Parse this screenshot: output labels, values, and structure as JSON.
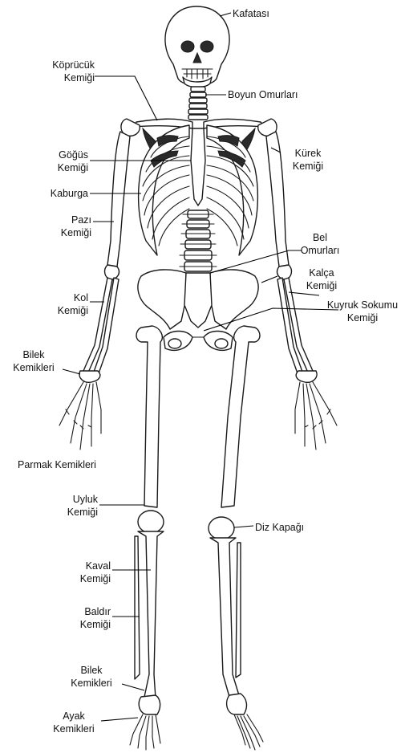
{
  "labels": {
    "kafatasi": "Kafatası",
    "kopruculuk_1": "Köprücük",
    "kopruculuk_2": "Kemiği",
    "boyun_omurlari": "Boyun Omurları",
    "gogus_1": "Göğüs",
    "gogus_2": "Kemiği",
    "kurek_1": "Kürek",
    "kurek_2": "Kemiği",
    "kaburga": "Kaburga",
    "pazi_1": "Pazı",
    "pazi_2": "Kemiği",
    "bel_1": "Bel",
    "bel_2": "Omurları",
    "kalca_1": "Kalça",
    "kalca_2": "Kemiği",
    "kol_1": "Kol",
    "kol_2": "Kemiği",
    "kuyruk_1": "Kuyruk Sokumu",
    "kuyruk_2": "Kemiği",
    "bilek_el_1": "Bilek",
    "bilek_el_2": "Kemikleri",
    "parmak": "Parmak Kemikleri",
    "uyluk_1": "Uyluk",
    "uyluk_2": "Kemiği",
    "diz": "Diz Kapağı",
    "kaval_1": "Kaval",
    "kaval_2": "Kemiği",
    "baldir_1": "Baldır",
    "baldir_2": "Kemiği",
    "bilek_ayak_1": "Bilek",
    "bilek_ayak_2": "Kemikleri",
    "ayak_1": "Ayak",
    "ayak_2": "Kemikleri"
  }
}
